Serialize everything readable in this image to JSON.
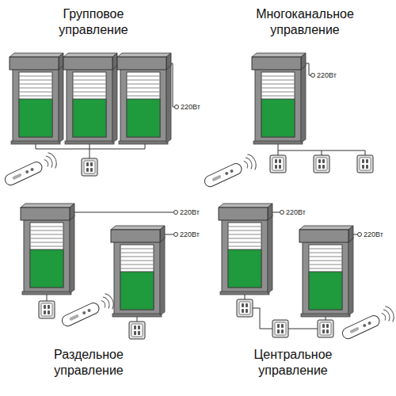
{
  "diagram": {
    "labels": [
      "Групповое управление",
      "220Вт",
      "Многоканальное управление",
      "220Вт",
      "220Вт",
      "220Вт",
      "Раздельное управление",
      "220Вт",
      "220Вт",
      "Центральное управление"
    ]
  }
}
